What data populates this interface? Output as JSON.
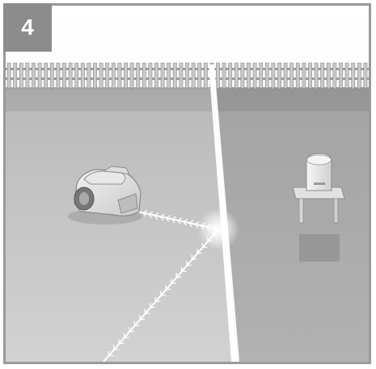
{
  "step": {
    "number": "4"
  },
  "colors": {
    "frame_border": "#9a9a9a",
    "badge_bg": "#8c8c8c",
    "badge_text": "#ffffff",
    "lawn_left": "#c7c7c7",
    "lawn_right": "#aaaaaa",
    "boundary_light": "#ffffff"
  },
  "scene": {
    "objects": [
      "fence",
      "robotic-mower",
      "charging-station",
      "boundary-signal-lines"
    ]
  }
}
